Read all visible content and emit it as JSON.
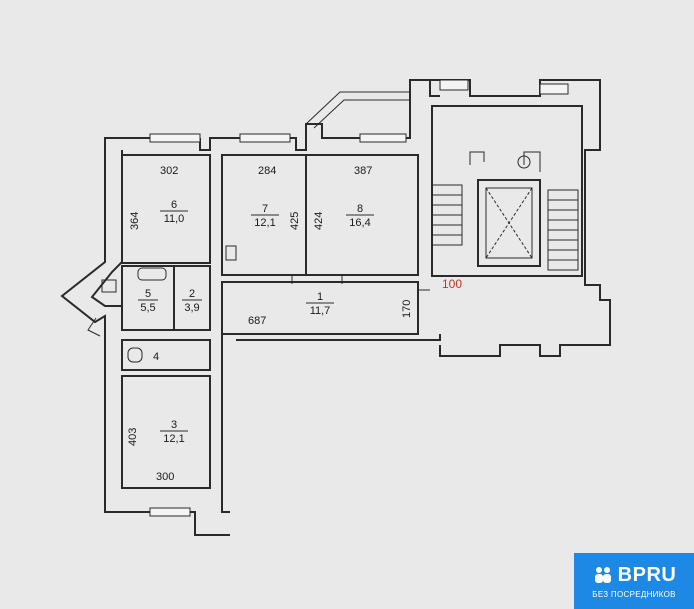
{
  "rooms": [
    {
      "number": "1",
      "area": "11,7"
    },
    {
      "number": "2",
      "area": "3,9"
    },
    {
      "number": "3",
      "area": "12,1"
    },
    {
      "number": "4",
      "area": ""
    },
    {
      "number": "5",
      "area": "5,5"
    },
    {
      "number": "6",
      "area": "11,0"
    },
    {
      "number": "7",
      "area": "12,1"
    },
    {
      "number": "8",
      "area": "16,4"
    }
  ],
  "dimensions": {
    "d302": "302",
    "d284": "284",
    "d387": "387",
    "d364": "364",
    "d425": "425",
    "d424": "424",
    "d687": "687",
    "d170": "170",
    "d403": "403",
    "d300": "300"
  },
  "red_label": "100",
  "logo": {
    "brand": "BPRU",
    "subtitle": "БЕЗ ПОСРЕДНИКОВ",
    "color": "#1e88e5"
  }
}
